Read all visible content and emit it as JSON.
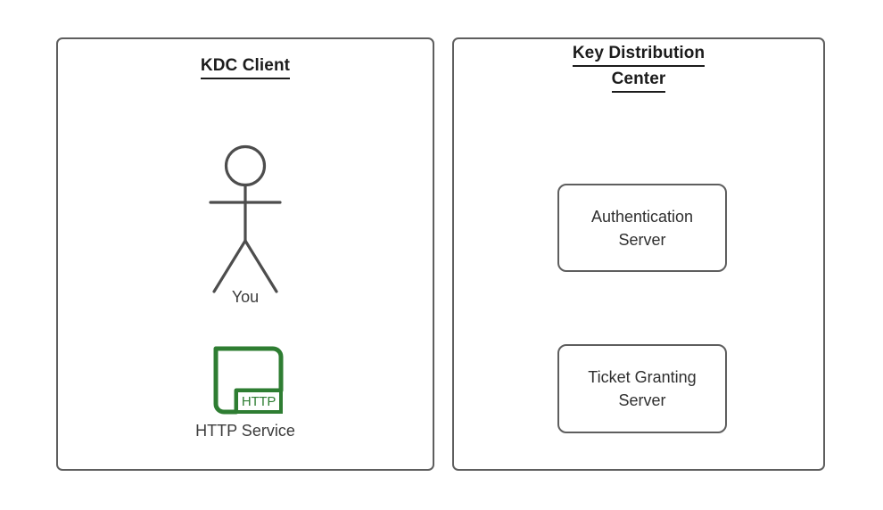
{
  "diagram": {
    "type": "kerberos-kdc-architecture",
    "background_color": "#ffffff",
    "panels": [
      {
        "id": "kdc-client",
        "title_lines": [
          "KDC Client"
        ],
        "border_color": "#5e5e5e",
        "nodes": [
          {
            "id": "you",
            "kind": "actor-stick-figure",
            "label": "You",
            "color": "#4d4d4d"
          },
          {
            "id": "http-service",
            "kind": "service-icon",
            "label": "HTTP Service",
            "badge": "HTTP",
            "color": "#2e7d32"
          }
        ]
      },
      {
        "id": "key-distribution-center",
        "title_lines": [
          "Key Distribution",
          "Center"
        ],
        "border_color": "#5e5e5e",
        "nodes": [
          {
            "id": "authentication-server",
            "kind": "box",
            "label_lines": [
              "Authentication",
              "Server"
            ]
          },
          {
            "id": "ticket-granting-server",
            "kind": "box",
            "label_lines": [
              "Ticket Granting",
              "Server"
            ]
          }
        ]
      }
    ]
  },
  "client_panel": {
    "title": "KDC Client",
    "actor_label": "You",
    "service_label": "HTTP Service",
    "service_badge": "HTTP"
  },
  "kdc_panel": {
    "title_line1": "Key Distribution",
    "title_line2": "Center",
    "auth_server_line1": "Authentication",
    "auth_server_line2": "Server",
    "tgs_server_line1": "Ticket Granting",
    "tgs_server_line2": "Server"
  },
  "colors": {
    "panel_border": "#5e5e5e",
    "title_text": "#1c1c1c",
    "body_text": "#3b3b3b",
    "actor_stroke": "#4d4d4d",
    "service_green": "#2e7d32",
    "background": "#ffffff"
  }
}
